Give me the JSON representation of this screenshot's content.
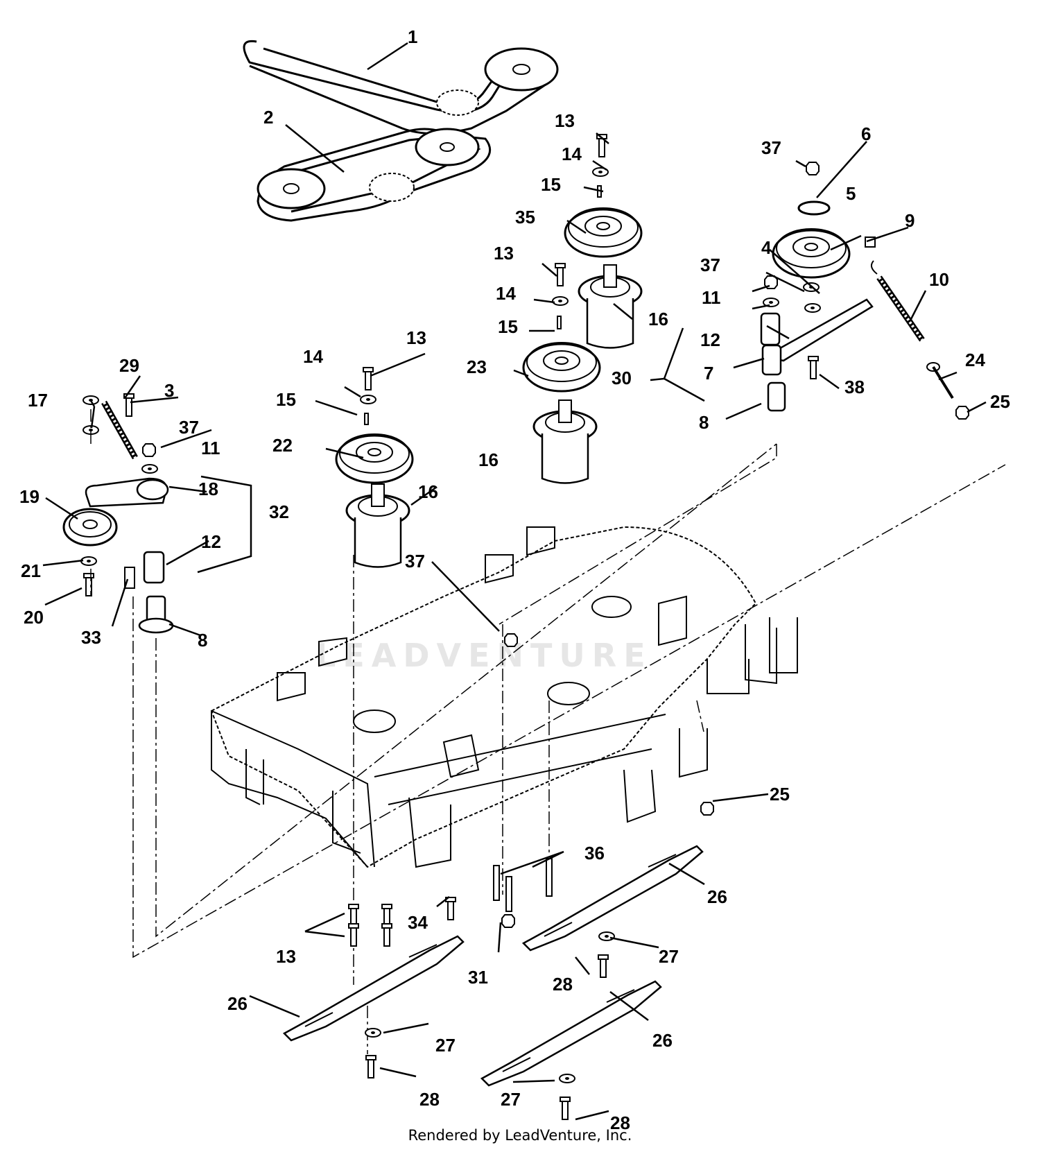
{
  "footer": "Rendered by LeadVenture, Inc.",
  "watermark": "LEADVENTURE",
  "callouts": [
    {
      "id": "c1",
      "text": "1"
    },
    {
      "id": "c2",
      "text": "2"
    },
    {
      "id": "c13a",
      "text": "13"
    },
    {
      "id": "c14a",
      "text": "14"
    },
    {
      "id": "c15a",
      "text": "15"
    },
    {
      "id": "c35",
      "text": "35"
    },
    {
      "id": "c37a",
      "text": "37"
    },
    {
      "id": "c6",
      "text": "6"
    },
    {
      "id": "c5",
      "text": "5"
    },
    {
      "id": "c9",
      "text": "9"
    },
    {
      "id": "c4",
      "text": "4"
    },
    {
      "id": "c37b",
      "text": "37"
    },
    {
      "id": "c10",
      "text": "10"
    },
    {
      "id": "c11a",
      "text": "11"
    },
    {
      "id": "c13b",
      "text": "13"
    },
    {
      "id": "c14b",
      "text": "14"
    },
    {
      "id": "c16a",
      "text": "16"
    },
    {
      "id": "c15b",
      "text": "15"
    },
    {
      "id": "c12a",
      "text": "12"
    },
    {
      "id": "c7",
      "text": "7"
    },
    {
      "id": "c24",
      "text": "24"
    },
    {
      "id": "c23",
      "text": "23"
    },
    {
      "id": "c30",
      "text": "30"
    },
    {
      "id": "c38",
      "text": "38"
    },
    {
      "id": "c13c",
      "text": "13"
    },
    {
      "id": "c14c",
      "text": "14"
    },
    {
      "id": "c29",
      "text": "29"
    },
    {
      "id": "c3",
      "text": "3"
    },
    {
      "id": "c17",
      "text": "17"
    },
    {
      "id": "c15c",
      "text": "15"
    },
    {
      "id": "c8a",
      "text": "8"
    },
    {
      "id": "c25a",
      "text": "25"
    },
    {
      "id": "c37c",
      "text": "37"
    },
    {
      "id": "c11b",
      "text": "11"
    },
    {
      "id": "c22",
      "text": "22"
    },
    {
      "id": "c16b",
      "text": "16"
    },
    {
      "id": "c32",
      "text": "32"
    },
    {
      "id": "c18",
      "text": "18"
    },
    {
      "id": "c19",
      "text": "19"
    },
    {
      "id": "c16c",
      "text": "16"
    },
    {
      "id": "c12b",
      "text": "12"
    },
    {
      "id": "c21",
      "text": "21"
    },
    {
      "id": "c37d",
      "text": "37"
    },
    {
      "id": "c20",
      "text": "20"
    },
    {
      "id": "c33",
      "text": "33"
    },
    {
      "id": "c8b",
      "text": "8"
    },
    {
      "id": "c25b",
      "text": "25"
    },
    {
      "id": "c36",
      "text": "36"
    },
    {
      "id": "c26a",
      "text": "26"
    },
    {
      "id": "c34",
      "text": "34"
    },
    {
      "id": "c27a",
      "text": "27"
    },
    {
      "id": "c13d",
      "text": "13"
    },
    {
      "id": "c31",
      "text": "31"
    },
    {
      "id": "c28a",
      "text": "28"
    },
    {
      "id": "c26b",
      "text": "26"
    },
    {
      "id": "c26c",
      "text": "26"
    },
    {
      "id": "c27b",
      "text": "27"
    },
    {
      "id": "c28b",
      "text": "28"
    },
    {
      "id": "c27c",
      "text": "27"
    },
    {
      "id": "c28c",
      "text": "28"
    }
  ]
}
